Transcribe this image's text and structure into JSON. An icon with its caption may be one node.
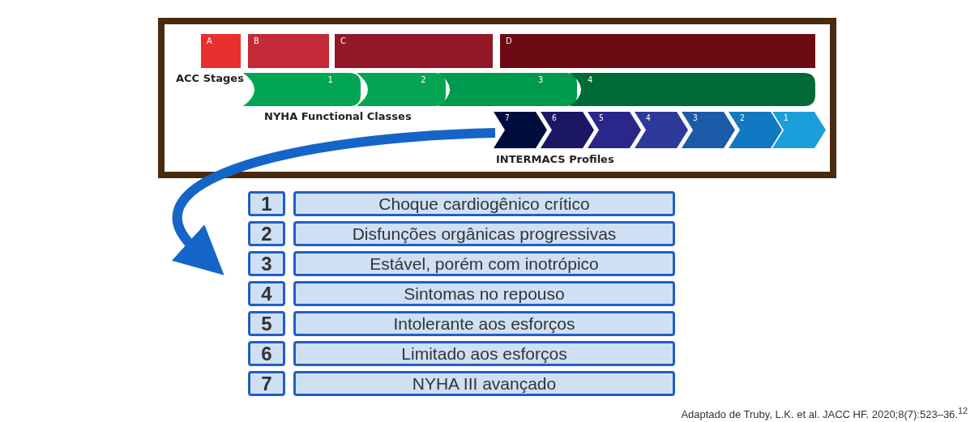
{
  "diagram": {
    "caption": "Adaptado de Truby, L.K. et al. JACC HF. 2020;8(7):523–36.$^{12}$",
    "nodes": [
      {
        "text": [],
        "shape": "box"
      },
      {
        "text": [
          "A"
        ],
        "in": 0
      },
      {
        "text": [
          "B"
        ],
        "in": 0
      },
      {
        "text": [
          "C"
        ],
        "in": 0
      },
      {
        "text": [
          "D"
        ],
        "in": 0
      },
      {
        "text": [
          "1"
        ],
        "in": 0
      },
      {
        "text": [
          "2"
        ],
        "in": 0
      },
      {
        "text": [
          "3"
        ],
        "in": 0
      },
      {
        "text": [
          "4"
        ],
        "in": 0
      },
      {
        "text": [
          "7"
        ],
        "in": 0
      },
      {
        "text": [
          "6"
        ],
        "in": 0
      },
      {
        "text": [
          "5"
        ],
        "in": 0
      },
      {
        "text": [
          "4"
        ],
        "in": 0
      },
      {
        "text": [
          "3"
        ],
        "in": 0
      },
      {
        "text": [
          "2"
        ],
        "in": 0
      },
      {
        "text": [
          "1"
        ],
        "in": 0
      },
      {
        "text": [
          "1"
        ]
      },
      {
        "text": [
          "Choque cardiogênico crítico"
        ]
      },
      {
        "text": [
          "2"
        ]
      },
      {
        "text": [
          "Disfunções orgânicas progressivas"
        ]
      },
      {
        "text": [
          "3"
        ]
      },
      {
        "text": [
          "Estável, porém com inotrópico"
        ]
      },
      {
        "text": [
          "4"
        ]
      },
      {
        "text": [
          "Sintomas no repouso"
        ]
      },
      {
        "text": [
          "5"
        ]
      },
      {
        "text": [
          "Intolerante aos esforços"
        ]
      },
      {
        "text": [
          "6"
        ]
      },
      {
        "text": [
          "Limitado aos esforços"
        ]
      },
      {
        "text": [
          "7"
        ]
      },
      {
        "text": [
          "NYHA III avançado"
        ]
      }
    ],
    "edges": [
      {
        "from": 9,
        "to": 20,
        "arrow": "to"
      }
    ],
    "labels": [
      "ACC Stages",
      "NYHA Functional Classes",
      "INTERMACS Profiles"
    ]
  }
}
